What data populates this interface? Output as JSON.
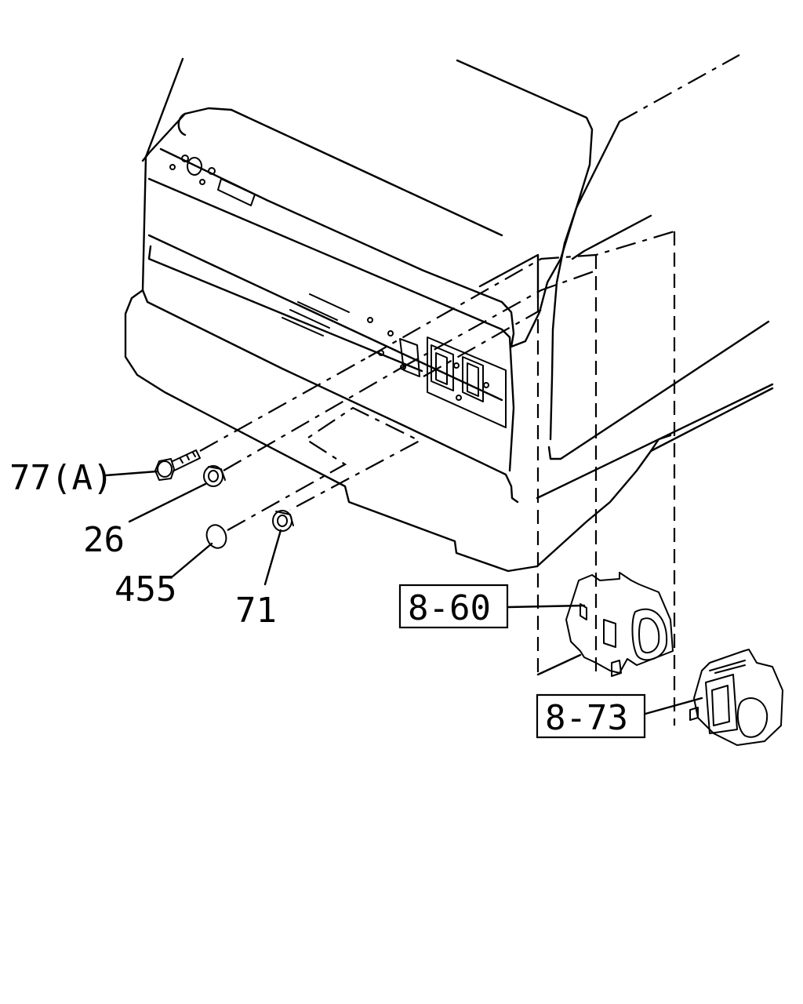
{
  "callouts": [
    {
      "id": "77a",
      "text": "77(A)"
    },
    {
      "id": "26",
      "text": "26"
    },
    {
      "id": "455",
      "text": "455"
    },
    {
      "id": "71",
      "text": "71"
    },
    {
      "id": "8-60",
      "text": "8-60",
      "boxed": true
    },
    {
      "id": "8-73",
      "text": "8-73",
      "boxed": true
    }
  ]
}
